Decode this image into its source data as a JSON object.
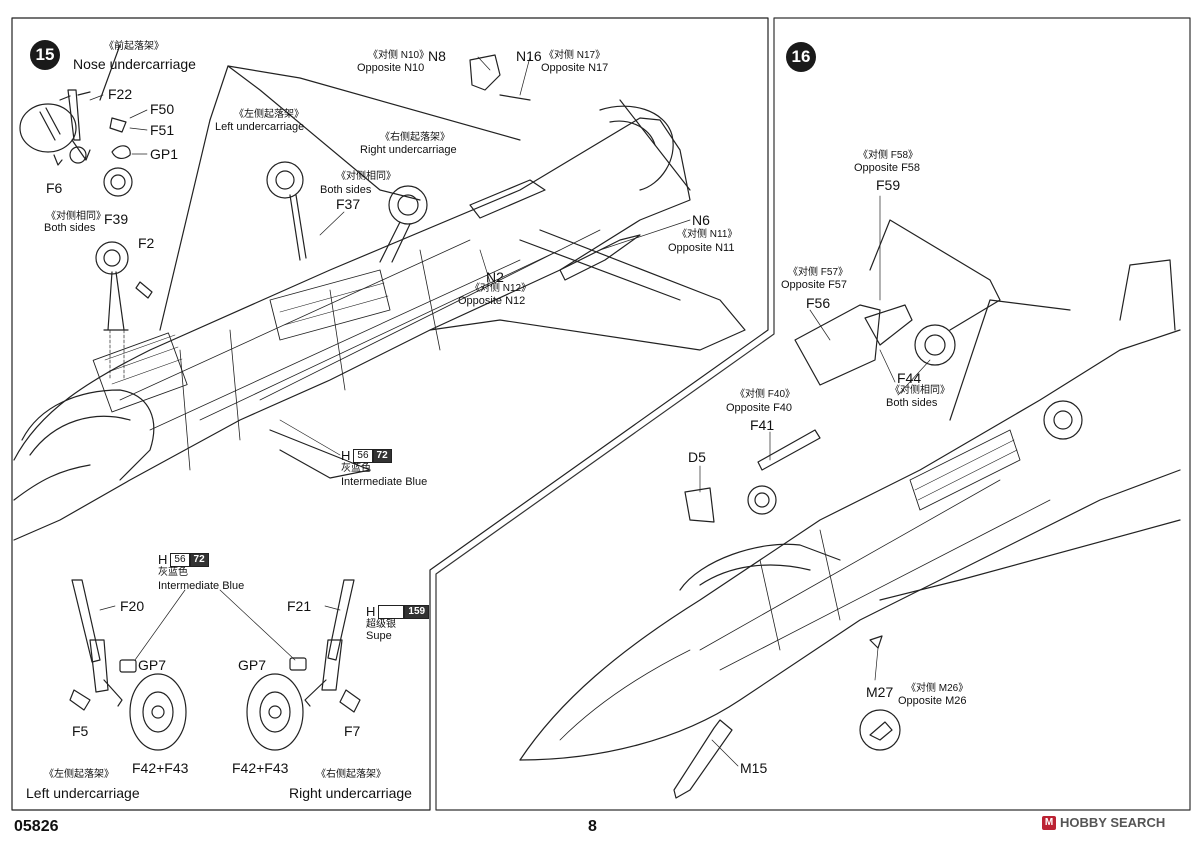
{
  "page": {
    "code": "05826",
    "number": "8",
    "watermark": "HOBBY SEARCH"
  },
  "step15": {
    "number": "15",
    "nose": {
      "cn": "《前起落架》",
      "en": "Nose undercarriage"
    },
    "parts": {
      "f22": "F22",
      "f50": "F50",
      "f51": "F51",
      "gp1": "GP1",
      "f6": "F6",
      "f39": "F39",
      "f2": "F2",
      "f37": "F37",
      "n8": "N8",
      "n16": "N16",
      "n6": "N6",
      "n2": "N2"
    },
    "both_sides": {
      "cn": "《对侧相同》",
      "en": "Both sides"
    },
    "left_uc": {
      "cn": "《左侧起落架》",
      "en": "Left undercarriage"
    },
    "right_uc": {
      "cn": "《右侧起落架》",
      "en": "Right undercarriage"
    },
    "both_sides2": {
      "cn": "《对侧相同》",
      "en": "Both sides"
    },
    "opp_n10": {
      "cn": "《对侧 N10》",
      "en": "Opposite N10"
    },
    "opp_n17": {
      "cn": "《对侧 N17》",
      "en": "Opposite N17"
    },
    "opp_n11": {
      "cn": "《对侧 N11》",
      "en": "Opposite N11"
    },
    "opp_n12": {
      "cn": "《对侧 N12》",
      "en": "Opposite N12"
    },
    "color_h": {
      "letter": "H",
      "a": "56",
      "b": "72",
      "cn": "灰蓝色",
      "en": "Intermediate Blue"
    }
  },
  "gear_detail": {
    "color_h": {
      "letter": "H",
      "a": "56",
      "b": "72",
      "cn": "灰蓝色",
      "en": "Intermediate Blue"
    },
    "color_h2": {
      "letter": "H",
      "b": "159",
      "cn": "超级银",
      "en": "Supe"
    },
    "parts": {
      "f20": "F20",
      "f21": "F21",
      "gp7a": "GP7",
      "gp7b": "GP7",
      "f5": "F5",
      "f7": "F7",
      "wheel_l": "F42+F43",
      "wheel_r": "F42+F43"
    },
    "left_uc": {
      "cn": "《左侧起落架》",
      "en": "Left undercarriage"
    },
    "right_uc": {
      "cn": "《右侧起落架》",
      "en": "Right undercarriage"
    }
  },
  "step16": {
    "number": "16",
    "parts": {
      "f59": "F59",
      "f56": "F56",
      "f44": "F44",
      "f41": "F41",
      "d5": "D5",
      "m27": "M27",
      "m15": "M15"
    },
    "opp_f58": {
      "cn": "《对侧 F58》",
      "en": "Opposite F58"
    },
    "opp_f57": {
      "cn": "《对侧 F57》",
      "en": "Opposite F57"
    },
    "opp_f40": {
      "cn": "《对侧 F40》",
      "en": "Opposite F40"
    },
    "both_sides": {
      "cn": "《对侧相同》",
      "en": "Both sides"
    },
    "opp_m26": {
      "cn": "《对侧 M26》",
      "en": "Opposite M26"
    }
  }
}
